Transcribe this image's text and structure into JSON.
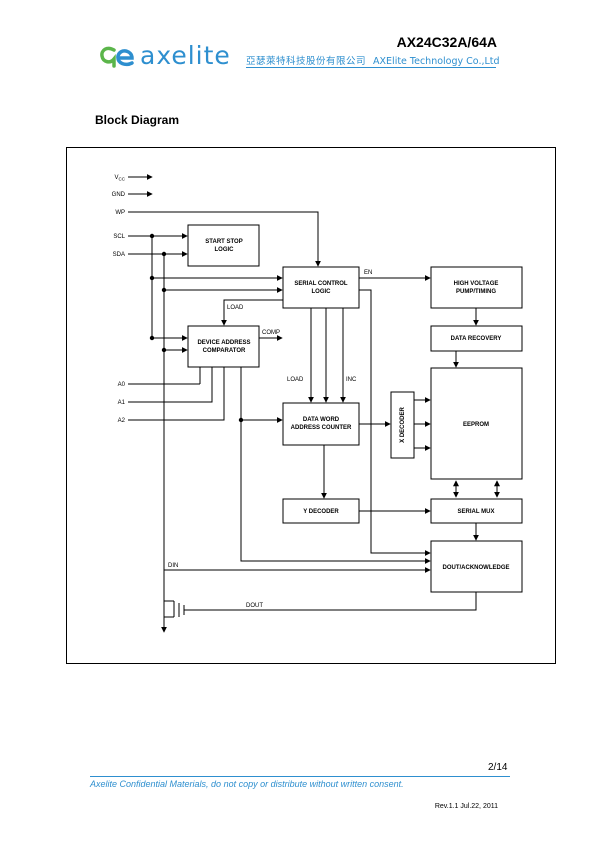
{
  "header": {
    "brand": "axelite",
    "part_number": "AX24C32A/64A",
    "company_cn": "亞瑟萊特科技股份有限公司",
    "company_en": "AXElite Technology Co.,Ltd"
  },
  "section_title": "Block Diagram",
  "diagram": {
    "inputs": {
      "vcc": "V",
      "vcc_sub": "CC",
      "gnd": "GND",
      "wp": "WP",
      "scl": "SCL",
      "sda": "SDA",
      "a0": "A0",
      "a1": "A1",
      "a2": "A2"
    },
    "blocks": {
      "start_stop": [
        "START STOP",
        "LOGIC"
      ],
      "serial_control": [
        "SERIAL CONTROL",
        "LOGIC"
      ],
      "high_voltage": [
        "HIGH VOLTAGE",
        "PUMP/TIMING"
      ],
      "data_recovery": "DATA RECOVERY",
      "device_address": [
        "DEVICE ADDRESS",
        "COMPARATOR"
      ],
      "data_word": [
        "DATA WORD",
        "ADDRESS COUNTER"
      ],
      "x_decoder": "X DECODER",
      "eeprom": "EEPROM",
      "y_decoder": "Y DECODER",
      "serial_mux": "SERIAL MUX",
      "dout_ack": "DOUT/ACKNOWLEDGE"
    },
    "signals": {
      "en": "EN",
      "load_top": "LOAD",
      "comp": "COMP",
      "load_mid": "LOAD",
      "inc": "INC",
      "din": "DIN",
      "dout": "DOUT"
    }
  },
  "footer": {
    "page_number": "2/14",
    "confidential": "Axelite Confidential Materials, do not copy or distribute without written consent.",
    "revision": "Rev.1.1  Jul.22,  2011"
  }
}
